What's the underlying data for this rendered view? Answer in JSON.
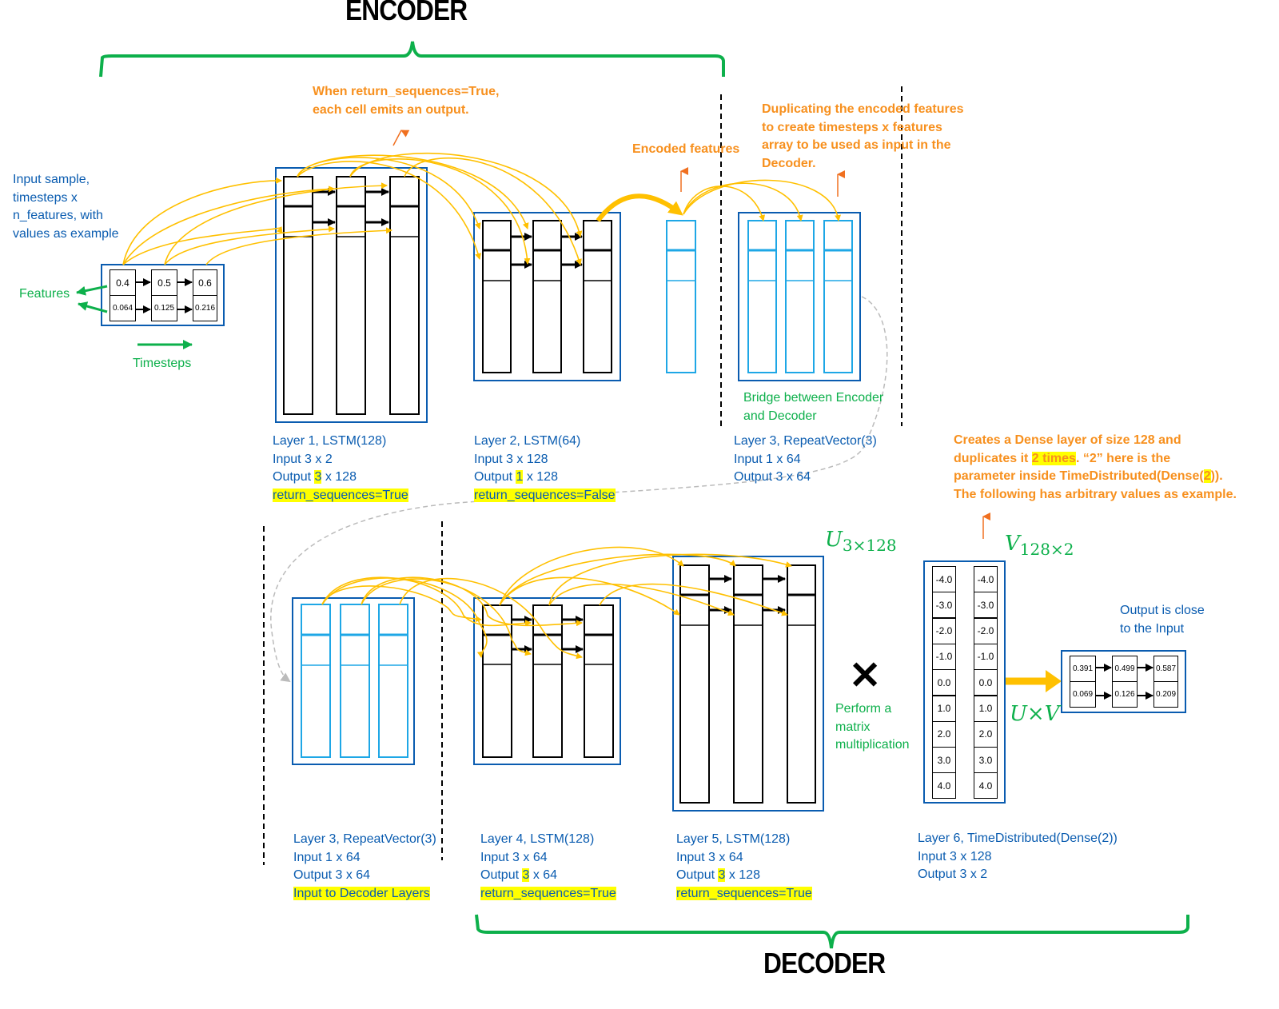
{
  "titles": {
    "encoder": "ENCODER",
    "decoder": "DECODER"
  },
  "input_sample": {
    "caption": [
      "Input sample,",
      "timesteps x",
      "n_features, with",
      "values as example"
    ],
    "features_label": "Features",
    "timesteps_label": "Timesteps",
    "feature1": [
      "0.4",
      "0.5",
      "0.6"
    ],
    "feature2": [
      "0.064",
      "0.125",
      "0.216"
    ]
  },
  "annotations": {
    "return_sequences_note": [
      "When return_sequences=True,",
      "each cell emits an output."
    ],
    "encoded_features": "Encoded features",
    "duplicating_note": [
      "Duplicating the encoded features",
      "to create timesteps x features",
      "array to be used as input in the",
      "Decoder."
    ],
    "bridge": [
      "Bridge between Encoder",
      "and Decoder"
    ],
    "dense_note": {
      "line1": "Creates a Dense layer of size 128 and",
      "line2_pre": "duplicates it ",
      "line2_hl": "2 times",
      "line2_post": ". “2” here is the",
      "line3_pre": "parameter inside TimeDistributed(Dense(",
      "line3_hl": "2",
      "line3_post": ")).",
      "line4": "The following has arbitrary values as example."
    },
    "matrix_mult": [
      "Perform a",
      "matrix",
      "multiplication"
    ],
    "output_close": [
      "Output is close",
      "to the Input"
    ],
    "u_label": "U",
    "u_sub": "3×128",
    "v_label": "V",
    "v_sub": "128×2",
    "uxv_label": "U×V",
    "times_symbol": "✕"
  },
  "layers": {
    "l1": {
      "name": "Layer 1, LSTM(128)",
      "input": "Input 3 x 2",
      "output_pre": "Output ",
      "output_hl": "3",
      "output_post": " x 128",
      "flag": "return_sequences=True"
    },
    "l2": {
      "name": "Layer 2, LSTM(64)",
      "input": "Input 3 x 128",
      "output_pre": "Output ",
      "output_hl": "1",
      "output_post": " x 128",
      "flag": "return_sequences=False"
    },
    "l3": {
      "name": "Layer 3, RepeatVector(3)",
      "input": "Input 1 x 64",
      "output": "Output 3 x 64"
    },
    "l3b": {
      "name": "Layer 3, RepeatVector(3)",
      "input": "Input 1 x 64",
      "output": "Output 3 x 64",
      "flag": "Input to Decoder Layers"
    },
    "l4": {
      "name": "Layer 4, LSTM(128)",
      "input": "Input 3 x 64",
      "output_pre": "Output ",
      "output_hl": "3",
      "output_post": " x 64",
      "flag": "return_sequences=True"
    },
    "l5": {
      "name": "Layer 5, LSTM(128)",
      "input": "Input 3 x 64",
      "output_pre": "Output ",
      "output_hl": "3",
      "output_post": " x 128",
      "flag": "return_sequences=True"
    },
    "l6": {
      "name": "Layer 6, TimeDistributed(Dense(2))",
      "input": "Input 3 x 128",
      "output": "Output 3 x 2"
    }
  },
  "dense_matrix": {
    "col1": [
      "-4.0",
      "-3.0",
      "-2.0",
      "-1.0",
      "0.0",
      "1.0",
      "2.0",
      "3.0",
      "4.0"
    ],
    "col2": [
      "-4.0",
      "-3.0",
      "-2.0",
      "-1.0",
      "0.0",
      "1.0",
      "2.0",
      "3.0",
      "4.0"
    ]
  },
  "output_sample": {
    "feature1": [
      "0.391",
      "0.499",
      "0.587"
    ],
    "feature2": [
      "0.069",
      "0.126",
      "0.209"
    ]
  },
  "colors": {
    "blue": "#0a5cb0",
    "light_blue": "#1ea7e6",
    "green": "#0db04b",
    "orange": "#f7901e",
    "yellow_arrow": "#ffc000",
    "highlight": "#ffff00"
  }
}
